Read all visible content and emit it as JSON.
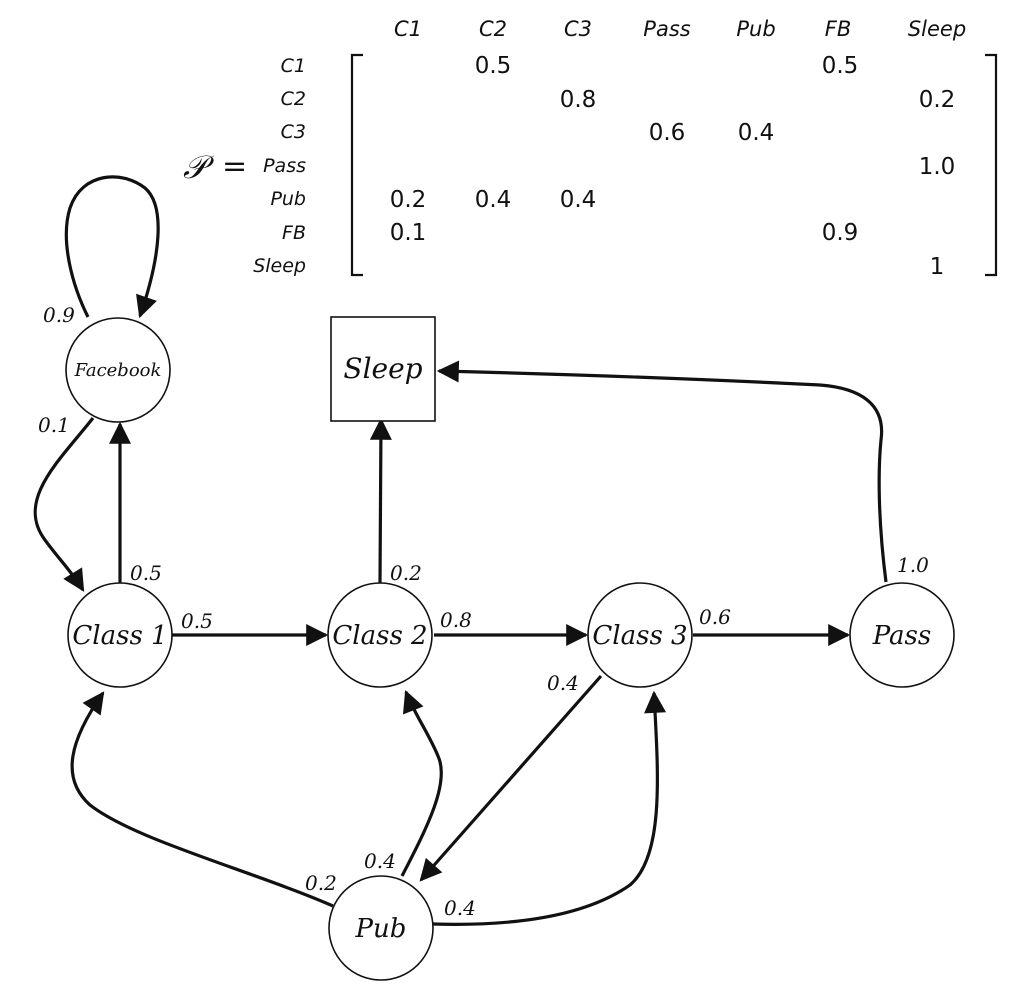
{
  "matrix": {
    "symbol": "𝒫",
    "equals": "=",
    "columns": [
      "C1",
      "C2",
      "C3",
      "Pass",
      "Pub",
      "FB",
      "Sleep"
    ],
    "rows": [
      {
        "label": "C1",
        "cells": [
          "",
          "0.5",
          "",
          "",
          "",
          "0.5",
          ""
        ]
      },
      {
        "label": "C2",
        "cells": [
          "",
          "",
          "0.8",
          "",
          "",
          "",
          "0.2"
        ]
      },
      {
        "label": "C3",
        "cells": [
          "",
          "",
          "",
          "0.6",
          "0.4",
          "",
          ""
        ]
      },
      {
        "label": "Pass",
        "cells": [
          "",
          "",
          "",
          "",
          "",
          "",
          "1.0"
        ]
      },
      {
        "label": "Pub",
        "cells": [
          "0.2",
          "0.4",
          "0.4",
          "",
          "",
          "",
          ""
        ]
      },
      {
        "label": "FB",
        "cells": [
          "0.1",
          "",
          "",
          "",
          "",
          "0.9",
          ""
        ]
      },
      {
        "label": "Sleep",
        "cells": [
          "",
          "",
          "",
          "",
          "",
          "",
          "1"
        ]
      }
    ]
  },
  "graph": {
    "nodes": [
      {
        "id": "facebook",
        "label": "Facebook",
        "shape": "circle"
      },
      {
        "id": "sleep",
        "label": "Sleep",
        "shape": "square"
      },
      {
        "id": "class1",
        "label": "Class 1",
        "shape": "circle"
      },
      {
        "id": "class2",
        "label": "Class 2",
        "shape": "circle"
      },
      {
        "id": "class3",
        "label": "Class 3",
        "shape": "circle"
      },
      {
        "id": "pass",
        "label": "Pass",
        "shape": "circle"
      },
      {
        "id": "pub",
        "label": "Pub",
        "shape": "circle"
      }
    ],
    "edges": [
      {
        "id": "facebook-self",
        "from": "facebook",
        "to": "facebook",
        "label": "0.9"
      },
      {
        "id": "facebook-class1",
        "from": "facebook",
        "to": "class1",
        "label": "0.1"
      },
      {
        "id": "class1-facebook",
        "from": "class1",
        "to": "facebook",
        "label": "0.5"
      },
      {
        "id": "class1-class2",
        "from": "class1",
        "to": "class2",
        "label": "0.5"
      },
      {
        "id": "class2-sleep",
        "from": "class2",
        "to": "sleep",
        "label": "0.2"
      },
      {
        "id": "class2-class3",
        "from": "class2",
        "to": "class3",
        "label": "0.8"
      },
      {
        "id": "class3-pass",
        "from": "class3",
        "to": "pass",
        "label": "0.6"
      },
      {
        "id": "class3-pub",
        "from": "class3",
        "to": "pub",
        "label": "0.4"
      },
      {
        "id": "pass-sleep",
        "from": "pass",
        "to": "sleep",
        "label": "1.0"
      },
      {
        "id": "pub-class1",
        "from": "pub",
        "to": "class1",
        "label": "0.2"
      },
      {
        "id": "pub-class2",
        "from": "pub",
        "to": "class2",
        "label": "0.4"
      },
      {
        "id": "pub-class3",
        "from": "pub",
        "to": "class3",
        "label": "0.4"
      }
    ]
  }
}
